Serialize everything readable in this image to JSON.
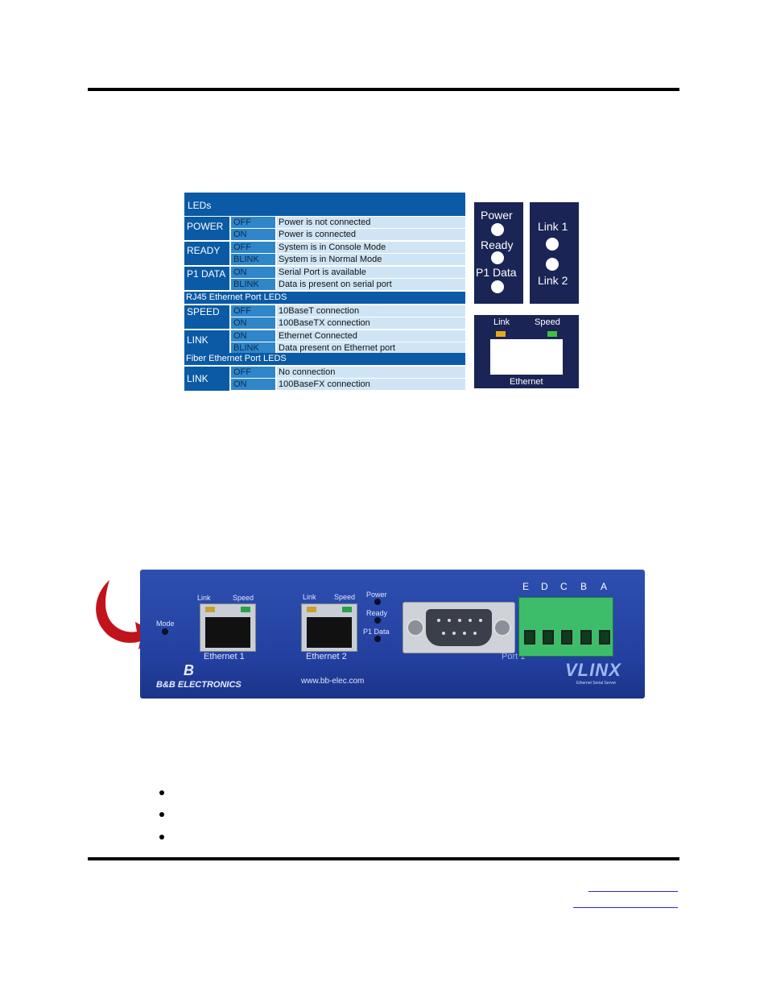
{
  "table": {
    "header": "LEDs",
    "groups": [
      {
        "name": "POWER",
        "rows": [
          {
            "state": "OFF",
            "desc": "Power is not connected"
          },
          {
            "state": "ON",
            "desc": "Power is connected"
          }
        ]
      },
      {
        "name": "READY",
        "rows": [
          {
            "state": "OFF",
            "desc": "System is in Console Mode"
          },
          {
            "state": "BLINK",
            "desc": "System is in Normal Mode"
          }
        ]
      },
      {
        "name": "P1 DATA",
        "rows": [
          {
            "state": "ON",
            "desc": "Serial Port is available"
          },
          {
            "state": "BLINK",
            "desc": "Data is present on serial port"
          }
        ]
      }
    ],
    "rj45_section": "RJ45 Ethernet Port LEDS",
    "rj45_groups": [
      {
        "name": "SPEED",
        "rows": [
          {
            "state": "OFF",
            "desc": "10BaseT connection"
          },
          {
            "state": "ON",
            "desc": "100BaseTX connection"
          }
        ]
      },
      {
        "name": "LINK",
        "rows": [
          {
            "state": "ON",
            "desc": "Ethernet Connected"
          },
          {
            "state": "BLINK",
            "desc": "Data present on Ethernet port"
          }
        ]
      }
    ],
    "fiber_section": "Fiber Ethernet Port LEDS",
    "fiber_groups": [
      {
        "name": "LINK",
        "rows": [
          {
            "state": "OFF",
            "desc": "No connection"
          },
          {
            "state": "ON",
            "desc": "100BaseFX connection"
          }
        ]
      }
    ]
  },
  "panel1": {
    "power": "Power",
    "ready": "Ready",
    "p1data": "P1 Data"
  },
  "panel2": {
    "link1": "Link 1",
    "link2": "Link 2"
  },
  "panel3": {
    "link": "Link",
    "speed": "Speed",
    "ethernet": "Ethernet"
  },
  "device": {
    "mode": "Mode",
    "eth1_link": "Link",
    "eth1_speed": "Speed",
    "eth1_label": "Ethernet 1",
    "eth2_link": "Link",
    "eth2_speed": "Speed",
    "eth2_label": "Ethernet 2",
    "led_power": "Power",
    "led_ready": "Ready",
    "led_p1data": "P1 Data",
    "port1": "Port 1",
    "terminal": [
      "E",
      "D",
      "C",
      "B",
      "A"
    ],
    "brand": "B&B ELECTRONICS",
    "url": "www.bb-elec.com",
    "product": "VLINX",
    "product_sub": "Ethernet Serial Server"
  },
  "colors": {
    "table_dark": "#0b5aa5",
    "panel": "#1a2455",
    "device": "#2340a0",
    "arrow": "#c0131b"
  }
}
